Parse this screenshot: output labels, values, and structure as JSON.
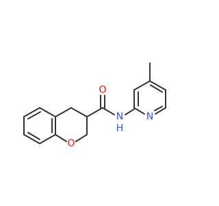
{
  "colors": {
    "background": "#ffffff",
    "bond": "#333333",
    "oxygen": "#ff0d0d",
    "nitrogen": "#3050f8"
  },
  "atoms": {
    "carbonyl_oxygen": "O",
    "amide_nitrogen": "N",
    "amide_hydrogen": "H",
    "pyridine_nitrogen": "N",
    "ring_oxygen": "O"
  }
}
